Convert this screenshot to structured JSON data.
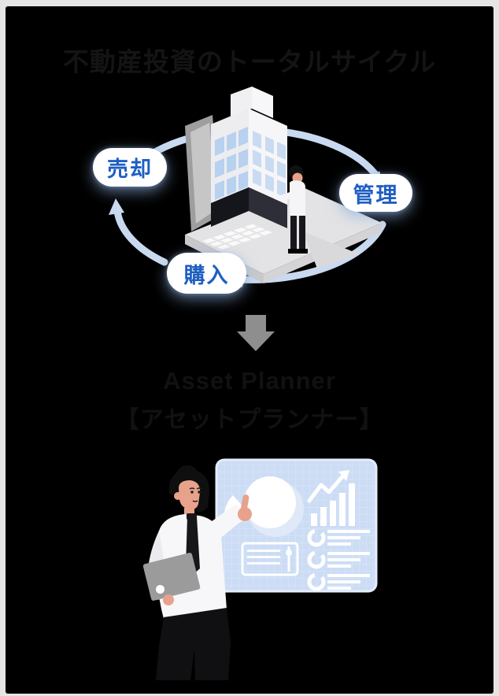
{
  "title": "不動産投資のトータルサイクル",
  "cycle": {
    "bubbles": [
      {
        "id": "sell",
        "label": "売却"
      },
      {
        "id": "manage",
        "label": "管理"
      },
      {
        "id": "buy",
        "label": "購入"
      }
    ],
    "illustration_icons": [
      "laptop-icon",
      "building-icon",
      "standing-person-icon",
      "cycle-arrows-icon"
    ]
  },
  "flow": {
    "icon": "down-arrow-icon"
  },
  "service": {
    "name_en": "Asset Planner",
    "name_ja": "【アセットプランナー】"
  },
  "bottom_illustration_icons": [
    "presenter-person-icon",
    "tablet-icon",
    "dashboard-panel-icon",
    "pie-chart-icon",
    "trend-arrow-icon",
    "bar-chart-icon",
    "checklist-icon",
    "data-table-icon"
  ],
  "colors": {
    "background": "#000000",
    "frame": "#e5e5e5",
    "title_text": "#141414",
    "bubble_bg": "#ffffff",
    "bubble_text": "#1e5ec2",
    "cycle_arrow": "#c9daf0",
    "down_arrow": "#8e8e8e",
    "dashboard_panel": "#ccdcf5",
    "window_blue": "#b7d1ef"
  }
}
